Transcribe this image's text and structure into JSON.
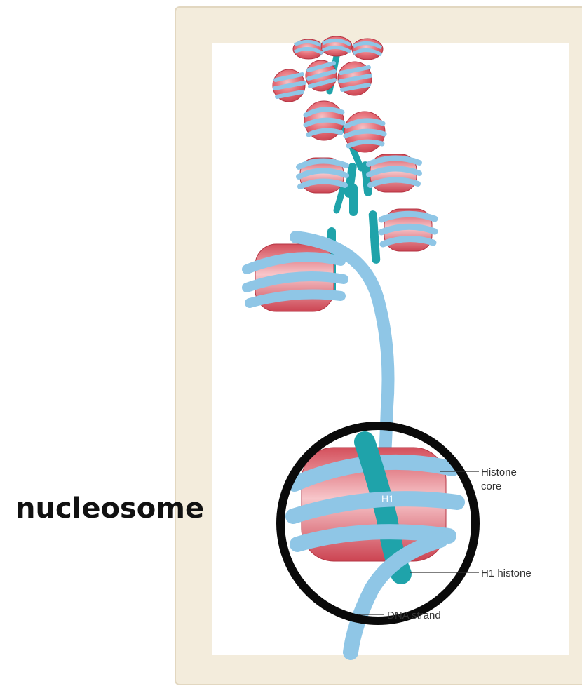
{
  "labels": {
    "nucleosome": "nucleosome",
    "histone_core_line1": "Histone",
    "histone_core_line2": "core",
    "h1_histone": "H1 histone",
    "dna_strand": "DNA strand",
    "h1": "H1"
  },
  "colors": {
    "card": "#f3ecdc",
    "panel": "#ffffff",
    "histone": "#de5a66",
    "histone_light": "#f4b0b6",
    "dna": "#8fc6e6",
    "dna_edge": "#5a90b5",
    "h1": "#1fa3aa",
    "circle": "#0a0a0a"
  }
}
